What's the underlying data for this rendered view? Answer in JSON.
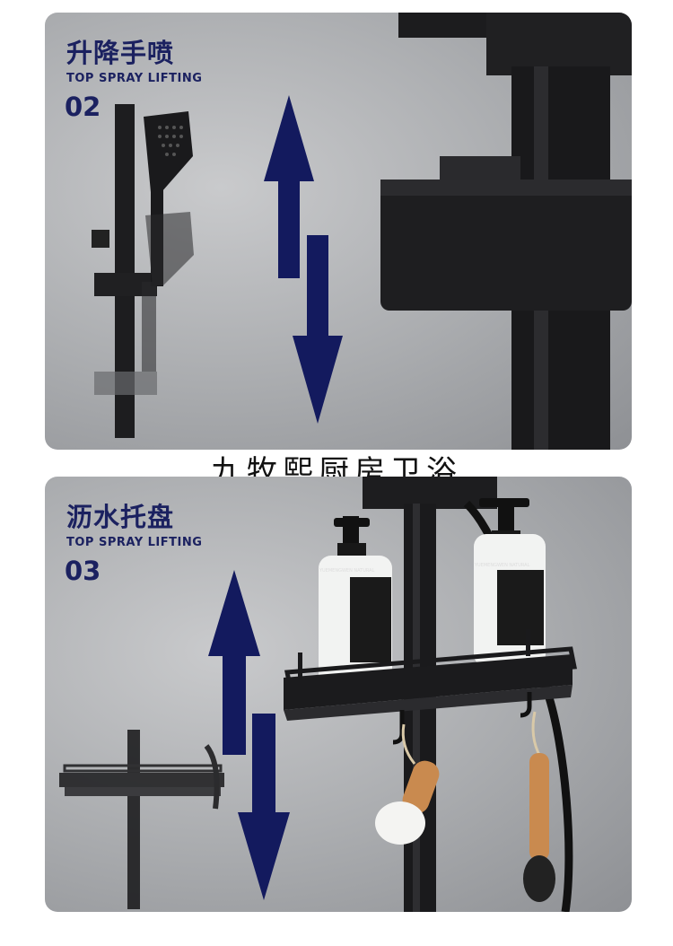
{
  "section1": {
    "title_cn": "升降手喷",
    "title_en": "TOP SPRAY LIFTING",
    "number": "02"
  },
  "section2": {
    "title_cn": "沥水托盘",
    "title_en": "TOP SPRAY LIFTING",
    "number": "03"
  },
  "watermark": "九牧熙厨房卫浴",
  "bottle_labels": {
    "left": "YUEMENGWEN NATURAL",
    "right": "YUEMENGWEN NATURAL"
  },
  "colors": {
    "title": "#1b2160",
    "arrow": "#131a5e",
    "fixture": "#1c1c1e",
    "panel_bg": "#a9abae"
  },
  "icons": [
    "arrow-up-icon",
    "arrow-down-icon"
  ]
}
